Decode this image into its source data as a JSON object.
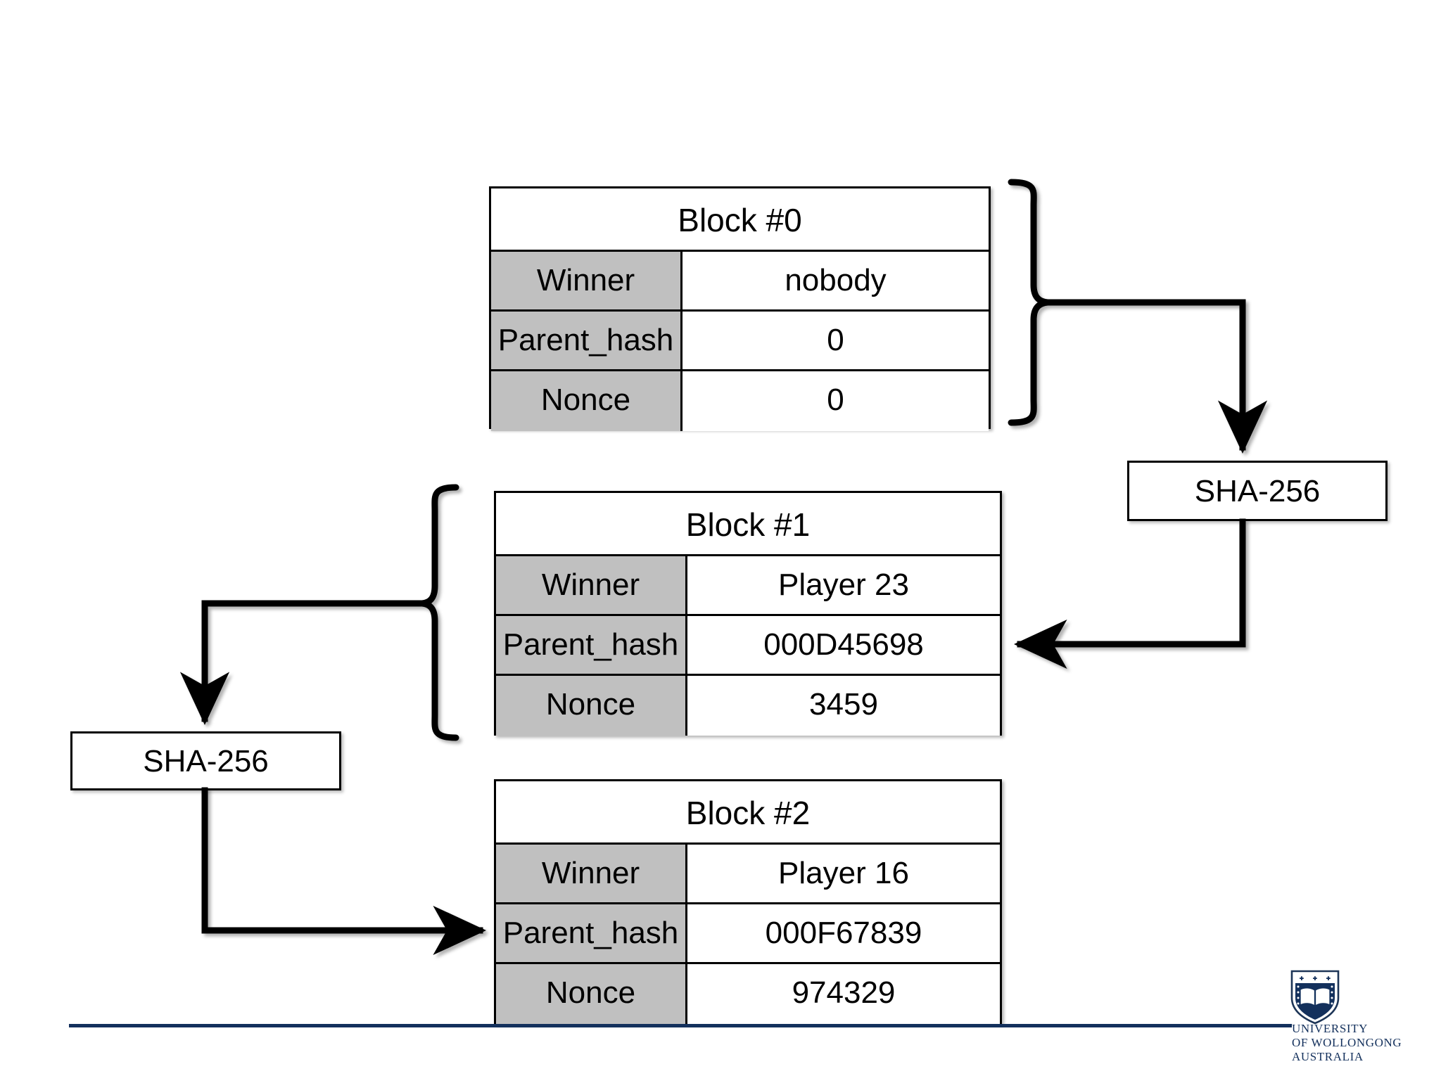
{
  "diagram": {
    "title_hidden": "",
    "key_labels": {
      "winner": "Winner",
      "parent_hash": "Parent_hash",
      "nonce": "Nonce"
    },
    "blocks": [
      {
        "title": "Block #0",
        "rows": [
          {
            "key": "Winner",
            "value": "nobody"
          },
          {
            "key": "Parent_hash",
            "value": "0"
          },
          {
            "key": "Nonce",
            "value": "0"
          }
        ]
      },
      {
        "title": "Block #1",
        "rows": [
          {
            "key": "Winner",
            "value": "Player 23"
          },
          {
            "key": "Parent_hash",
            "value": "000D45698"
          },
          {
            "key": "Nonce",
            "value": "3459"
          }
        ]
      },
      {
        "title": "Block #2",
        "rows": [
          {
            "key": "Winner",
            "value": "Player 16"
          },
          {
            "key": "Parent_hash",
            "value": "000F67839"
          },
          {
            "key": "Nonce",
            "value": "974329"
          }
        ]
      }
    ],
    "hash_boxes": [
      {
        "label": "SHA-256",
        "position": "right"
      },
      {
        "label": "SHA-256",
        "position": "left"
      }
    ],
    "colors": {
      "key_cell_fill": "#c0c0c0",
      "value_cell_fill": "#ffffff",
      "border": "#000000",
      "footer_rule": "#13305c",
      "logo_navy": "#13305c"
    }
  },
  "footer": {
    "logo": {
      "line1": "UNIVERSITY",
      "line2": "OF WOLLONGONG",
      "line3": "AUSTRALIA"
    }
  }
}
